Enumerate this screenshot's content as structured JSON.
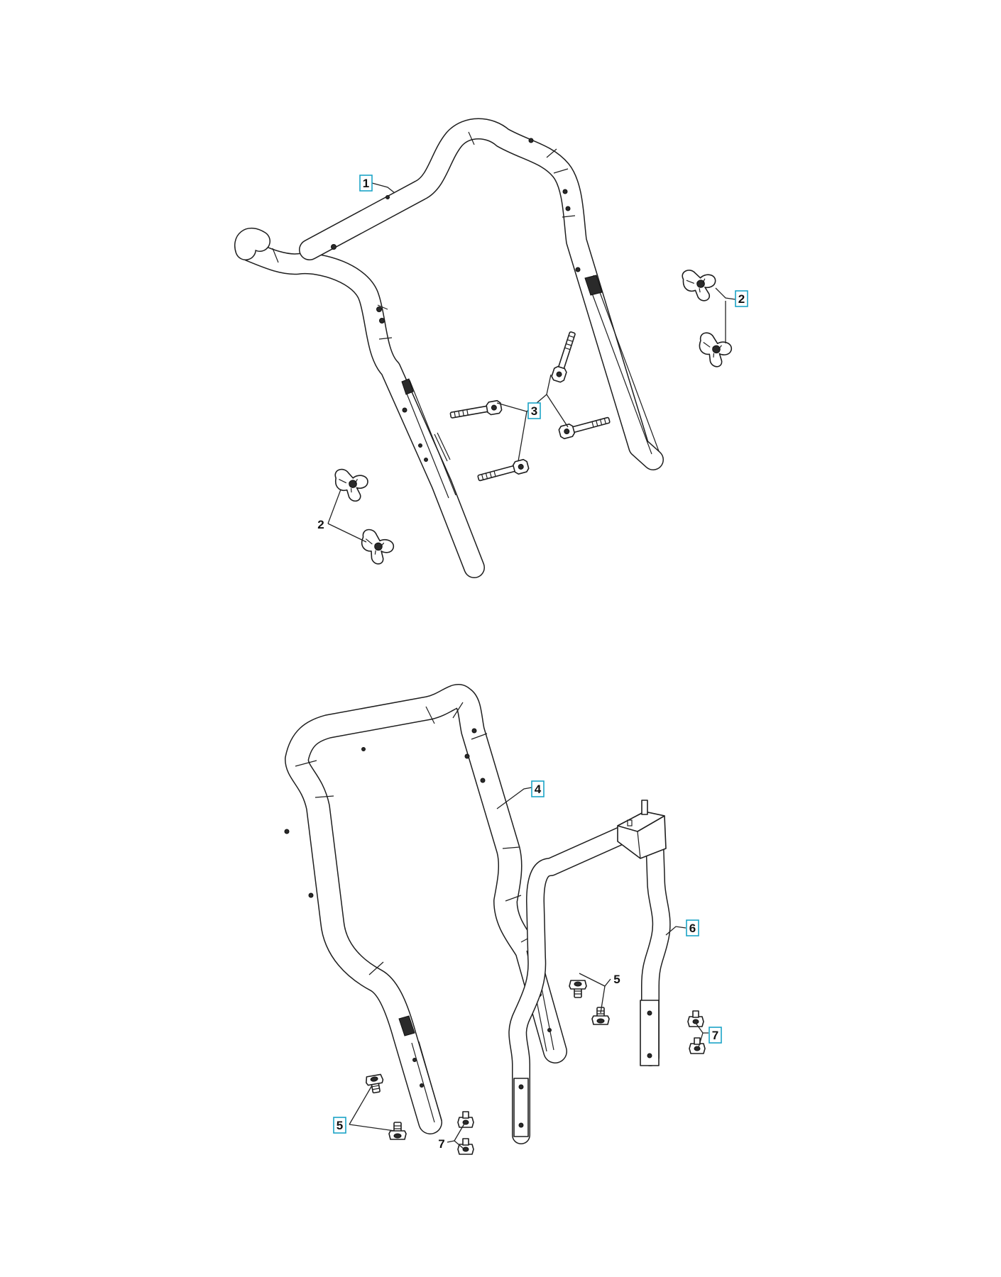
{
  "callouts": [
    {
      "id": "c1",
      "label": "1",
      "boxed": true
    },
    {
      "id": "c2a",
      "label": "2",
      "boxed": true
    },
    {
      "id": "c2b",
      "label": "2",
      "boxed": false
    },
    {
      "id": "c3",
      "label": "3",
      "boxed": true
    },
    {
      "id": "c4",
      "label": "4",
      "boxed": true
    },
    {
      "id": "c5a",
      "label": "5",
      "boxed": false
    },
    {
      "id": "c5b",
      "label": "5",
      "boxed": true
    },
    {
      "id": "c6",
      "label": "6",
      "boxed": true
    },
    {
      "id": "c7a",
      "label": "7",
      "boxed": true
    },
    {
      "id": "c7b",
      "label": "7",
      "boxed": false
    }
  ],
  "colors": {
    "callout_border": "#1ba3c6",
    "line": "#1e1e1e"
  }
}
